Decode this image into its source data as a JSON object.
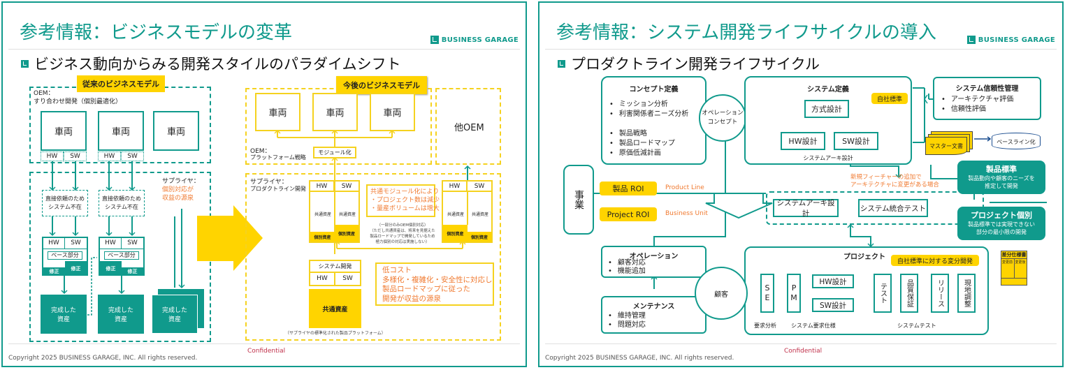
{
  "slide1": {
    "title": "参考情報：ビジネスモデルの変革",
    "brand": "BUSINESS GARAGE",
    "subtitle": "ビジネス動向からみる開発スタイルのパラダイムシフト",
    "old_model": {
      "label": "従来のビジネスモデル",
      "oem_label": "OEM：",
      "oem_desc": "すり合わせ開発（個別最適化）",
      "vehicles": [
        "車両",
        "車両",
        "車両"
      ],
      "hw": "HW",
      "sw": "SW",
      "direct_request": [
        "直接依頼のため",
        "システム不在"
      ],
      "base_part": "ベース部分",
      "fix": "修正",
      "supplier_label": "サプライヤ：",
      "supplier_note": [
        "個別対応が",
        "収益の源泉"
      ],
      "completed_asset": [
        "完成した",
        "資産"
      ]
    },
    "new_model": {
      "label": "今後のビジネスモデル",
      "vehicles": [
        "車両",
        "車両",
        "車両"
      ],
      "other_oem": "他OEM",
      "oem_label": "OEM：",
      "oem_desc": "プラットフォーム戦略",
      "modularize": "モジュール化",
      "supplier_label": "サプライヤ：",
      "supplier_desc": "プロダクトライン開発",
      "hw": "HW",
      "sw": "SW",
      "common_asset": "共通資産",
      "individual_asset": "個別資産",
      "module_note": [
        "共通モジュール化により",
        "・プロジェクト数は減少",
        "・量産ボリュームは増大"
      ],
      "partial_note": [
        "（一部分のみOEM個別対応）",
        "（ただし共通資産は、将来を見据えた",
        "製品ロードマップで開発しているため",
        "極力個別の対応は実施しない）"
      ],
      "system_dev": "システム開発",
      "common_asset_bold": "共通資産",
      "benefit_note": [
        "低コスト",
        "多様化・複雑化・安全性に対応し",
        "製品ロードマップに従った",
        "開発が収益の源泉"
      ],
      "platform_note": "（サプライヤの標準化された製品プラットフォーム）"
    },
    "footer_copyright": "Copyright 2025 BUSINESS GARAGE, INC. All rights reserved.",
    "footer_confidential": "Confidential"
  },
  "slide2": {
    "title": "参考情報：システム開発ライフサイクルの導入",
    "brand": "BUSINESS GARAGE",
    "subtitle": "プロダクトライン開発ライフサイクル",
    "concept": {
      "title": "コンセプト定義",
      "items1": [
        "ミッション分析",
        "利害関係者ニーズ分析"
      ],
      "items2": [
        "製品戦略",
        "製品ロードマップ",
        "原価低減計画"
      ]
    },
    "ops_concept": [
      "オペレーション",
      "コンセプト"
    ],
    "system_def": {
      "title": "システム定義",
      "badge": "自社標準",
      "method_design": "方式設計",
      "hw_design": "HW設計",
      "sw_design": "SW設計",
      "arch_label": "システムアーキ設計"
    },
    "reliability": {
      "title": "システム信頼性管理",
      "items": [
        "アーキテクチャ評価",
        "信頼性評価"
      ]
    },
    "master_doc": "マスター文書",
    "baseline": "ベースライン化",
    "business": "事業",
    "product_roi": "製品 ROI",
    "product_line": "Product Line",
    "project_roi": "Project ROI",
    "business_unit": "Business Unit",
    "new_feature_note": [
      "新規フィーチャーの追加で",
      "アーキテクチャに変更がある場合"
    ],
    "arch_design": "システムアーキ設計",
    "integration_test": "システム統合テスト",
    "product_standard": {
      "title": "製品標準",
      "desc": [
        "製品動向や顧客のニーズを",
        "推定して開発"
      ]
    },
    "project_individual": {
      "title": "プロジェクト個別",
      "desc": [
        "製品標準では実現できない",
        "部分の最小限の開発"
      ]
    },
    "operation": {
      "title": "オペレーション",
      "items": [
        "顧客対応",
        "機能追加"
      ]
    },
    "maintenance": {
      "title": "メンテナンス",
      "items": [
        "維持管理",
        "問題対応"
      ]
    },
    "customer": "顧客",
    "project": {
      "title": "プロジェクト",
      "badge": "自社標準に対する変分開発",
      "se": "SE",
      "pm": "PM",
      "hw_design": "HW設計",
      "sw_design": "SW設計",
      "test": "テスト",
      "qa": "品質保証",
      "release": "リリース",
      "onsite": "現地調整",
      "label_req": "要求分析",
      "label_spec": "システム要求仕様",
      "label_systest": "システムテスト"
    },
    "diff_spec": {
      "title": "差分仕様書",
      "before": "変更前",
      "after": "変更後"
    },
    "footer_copyright": "Copyright 2025 BUSINESS GARAGE, INC. All rights reserved.",
    "footer_confidential": "Confidential"
  },
  "colors": {
    "teal": "#109a8c",
    "yellow": "#ffd400",
    "orange": "#f07a30",
    "confidential": "#c0304a"
  }
}
